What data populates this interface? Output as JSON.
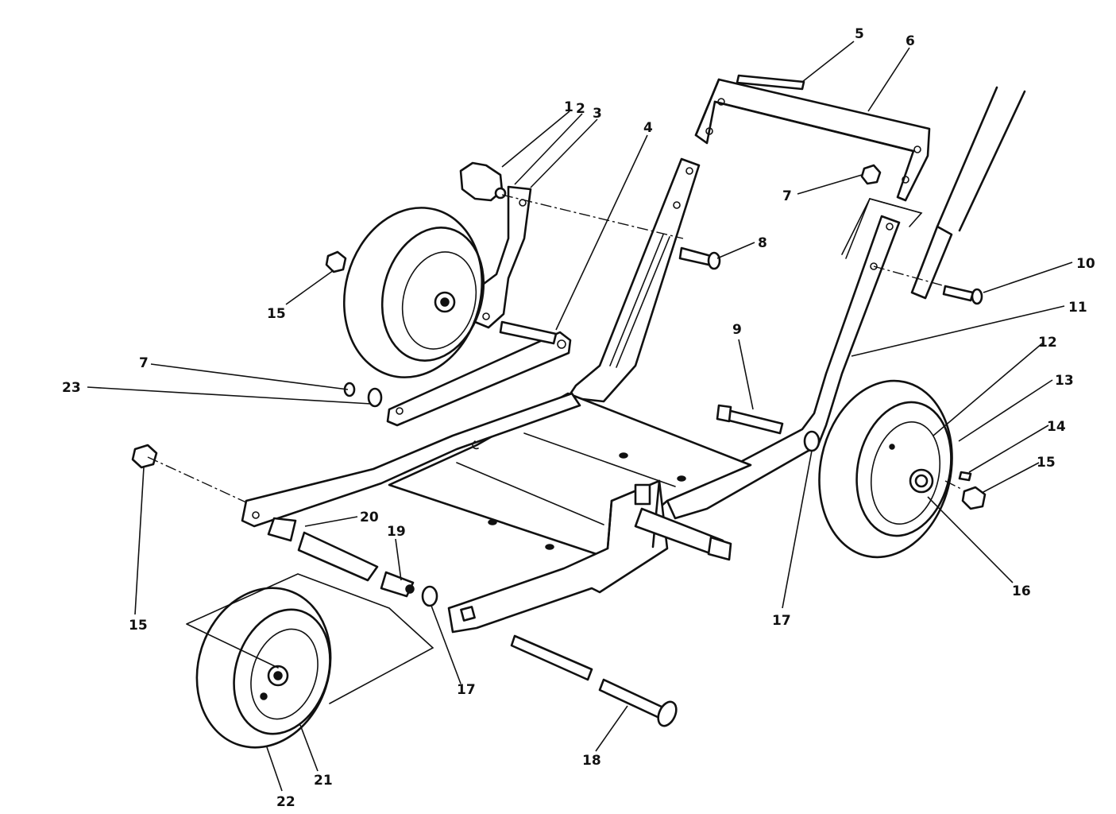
{
  "callouts": [
    {
      "id": "c1",
      "text": "1"
    },
    {
      "id": "c2",
      "text": "2"
    },
    {
      "id": "c3",
      "text": "3"
    },
    {
      "id": "c4",
      "text": "4"
    },
    {
      "id": "c5",
      "text": "5"
    },
    {
      "id": "c6",
      "text": "6"
    },
    {
      "id": "c7a",
      "text": "7"
    },
    {
      "id": "c7b",
      "text": "7"
    },
    {
      "id": "c8",
      "text": "8"
    },
    {
      "id": "c9",
      "text": "9"
    },
    {
      "id": "c10",
      "text": "10"
    },
    {
      "id": "c11",
      "text": "11"
    },
    {
      "id": "c12",
      "text": "12"
    },
    {
      "id": "c13",
      "text": "13"
    },
    {
      "id": "c14",
      "text": "14"
    },
    {
      "id": "c15a",
      "text": "15"
    },
    {
      "id": "c15b",
      "text": "15"
    },
    {
      "id": "c15c",
      "text": "15"
    },
    {
      "id": "c16",
      "text": "16"
    },
    {
      "id": "c17a",
      "text": "17"
    },
    {
      "id": "c17b",
      "text": "17"
    },
    {
      "id": "c18",
      "text": "18"
    },
    {
      "id": "c19",
      "text": "19"
    },
    {
      "id": "c20",
      "text": "20"
    },
    {
      "id": "c21",
      "text": "21"
    },
    {
      "id": "c22",
      "text": "22"
    },
    {
      "id": "c23",
      "text": "23"
    }
  ],
  "colors": {
    "ink": "#111111",
    "paper": "#ffffff"
  }
}
